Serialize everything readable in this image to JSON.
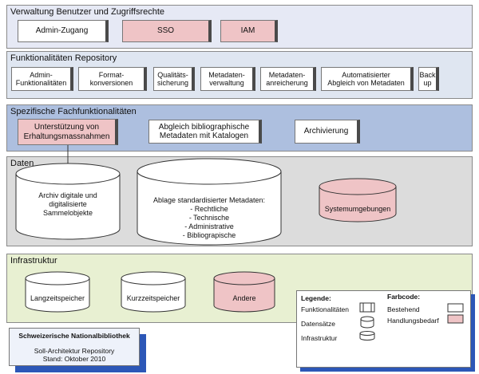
{
  "layers": {
    "access": {
      "title": "Verwaltung Benutzer und Zugriffsrechte",
      "color": "#e6e9f5"
    },
    "repository": {
      "title": "Funktionalitäten Repository",
      "color": "#dfe6f1"
    },
    "special": {
      "title": "Spezifische Fachfunktionalitäten",
      "color": "#adbfdf"
    },
    "data": {
      "title": "Daten",
      "color": "#dcdcdc"
    },
    "infra": {
      "title": "Infrastruktur",
      "color": "#e8f0d2"
    }
  },
  "access": {
    "admin": "Admin-Zugang",
    "sso": "SSO",
    "iam": "IAM"
  },
  "repository": {
    "admin": "Admin-\nFunktionalitäten",
    "format": "Format-\nkonversionen",
    "quality": "Qualitäts-\nsicherung",
    "meta_admin": "Metadaten-\nverwaltung",
    "meta_enrich": "Metadaten-\nanreicherung",
    "auto": "Automatisierter\nAbgleich von Metadaten",
    "backup": "Back\nup"
  },
  "special": {
    "preservation": "Unterstützung von\nErhaltungsmassnahmen",
    "biblio": "Abgleich bibliographische\nMetadaten mit Katalogen",
    "archive": "Archivierung"
  },
  "data": {
    "archive_lines": [
      "Archiv digitale und",
      "digitalisierte",
      "Sammelobjekte"
    ],
    "meta_lines": [
      "Ablage standardisierter Metadaten:",
      "- Rechtliche",
      "- Technische",
      "- Administrative",
      "- Bibliograpische"
    ],
    "system": "Systemumgebungen"
  },
  "infra": {
    "long": "Langzeitspeicher",
    "short": "Kurzzeitspeicher",
    "other": "Andere"
  },
  "legend": {
    "title": "Legende:",
    "func": "Funktionalitäten",
    "records": "Datensätze",
    "infra": "Infrastruktur",
    "color_title": "Farbcode:",
    "existing": "Bestehend",
    "need": "Handlungsbedarf"
  },
  "footer": {
    "org": "Schweizerische Nationalbibliothek",
    "line1": "Soll-Architektur Repository",
    "line2": "Stand: Oktober 2010"
  },
  "colors": {
    "pink": "#efc4c6",
    "shadow": "#2c57b7"
  }
}
